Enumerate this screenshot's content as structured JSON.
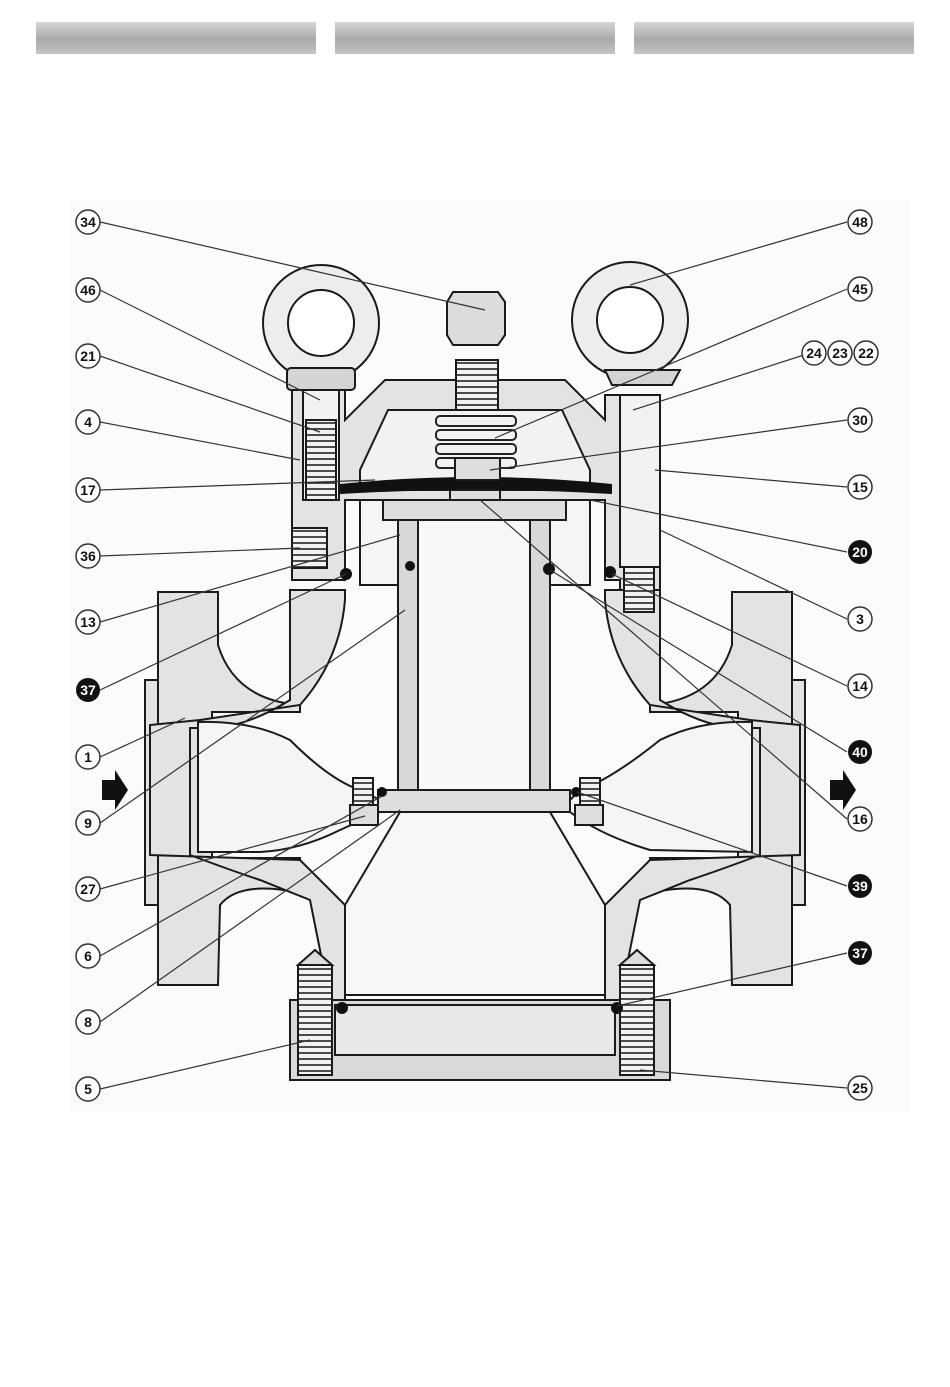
{
  "header_tabs": [
    "",
    "",
    ""
  ],
  "callouts": {
    "c34": "34",
    "c46": "46",
    "c21": "21",
    "c4": "4",
    "c17": "17",
    "c36": "36",
    "c13": "13",
    "c37a": "37",
    "c1": "1",
    "c9": "9",
    "c27": "27",
    "c6": "6",
    "c8": "8",
    "c5": "5",
    "c48": "48",
    "c45": "45",
    "c24": "24",
    "c23": "23",
    "c22": "22",
    "c30": "30",
    "c15": "15",
    "c20": "20",
    "c3": "3",
    "c14": "14",
    "c40": "40",
    "c16": "16",
    "c39": "39",
    "c37b": "37",
    "c25": "25"
  },
  "colors": {
    "background": "#ffffff",
    "body_fill": "#e3e3e3",
    "interior_fill": "#f7f7f7",
    "outline": "#1a1a1a",
    "callout_dark": "#111111",
    "callout_light": "#ffffff",
    "tab": "#b8b8b8"
  }
}
